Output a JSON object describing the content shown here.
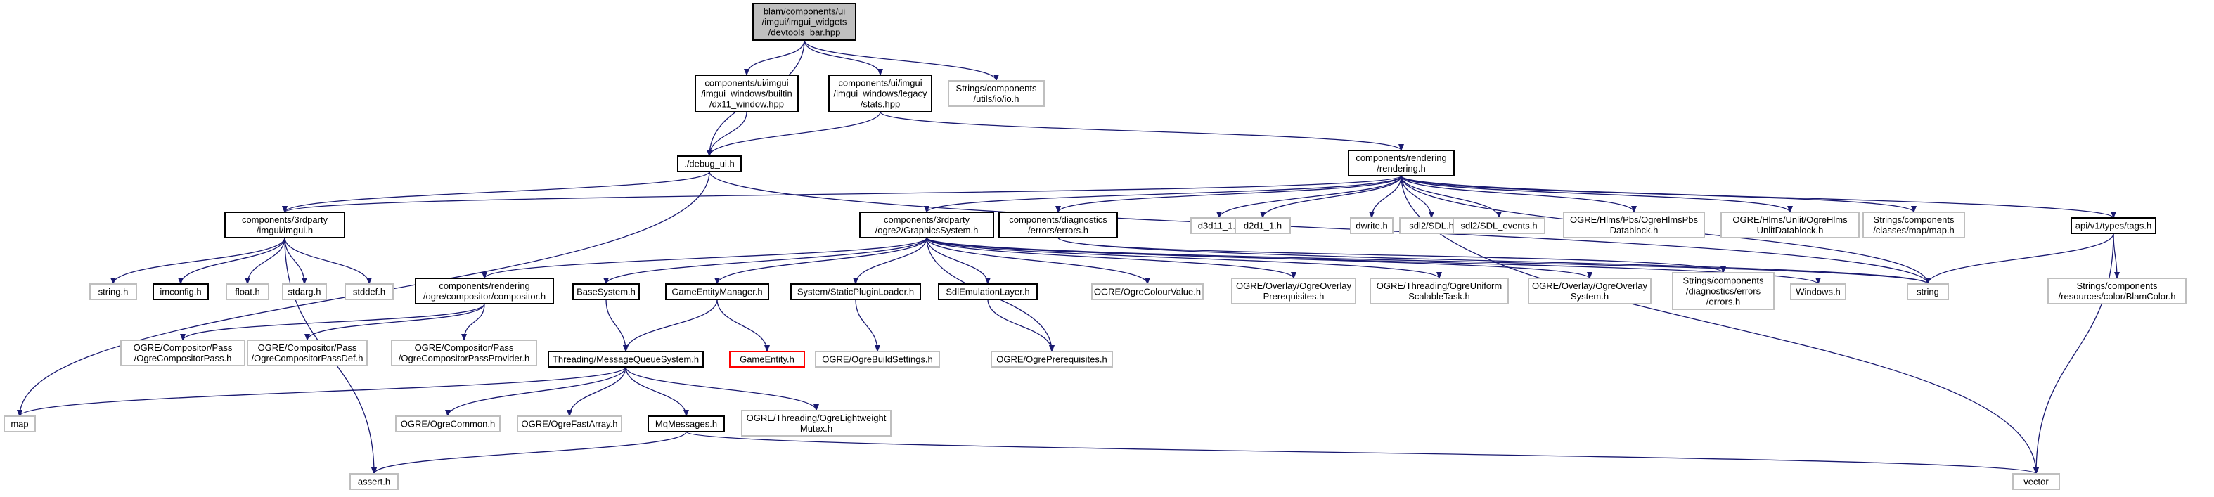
{
  "colors": {
    "focus_fill": "#bfbfbf",
    "documented_border": "#000000",
    "undocumented_border": "#bfbfbf",
    "missing_border": "#ff0000",
    "edge": "#191970",
    "background": "#ffffff"
  },
  "nodes": {
    "root": {
      "lines": [
        "blam/components/ui",
        "/imgui/imgui_widgets",
        "/devtools_bar.hpp"
      ],
      "kind": "focus"
    },
    "dx11": {
      "lines": [
        "components/ui/imgui",
        "/imgui_windows/builtin",
        "/dx11_window.hpp"
      ],
      "kind": "documented"
    },
    "stats": {
      "lines": [
        "components/ui/imgui",
        "/imgui_windows/legacy",
        "/stats.hpp"
      ],
      "kind": "documented"
    },
    "iolio": {
      "lines": [
        "Strings/components",
        "/utils/io/io.h"
      ],
      "kind": "undocumented"
    },
    "debugui": {
      "lines": [
        "./debug_ui.h"
      ],
      "kind": "documented"
    },
    "rendering": {
      "lines": [
        "components/rendering",
        "/rendering.h"
      ],
      "kind": "documented"
    },
    "imguih": {
      "lines": [
        "components/3rdparty",
        "/imgui/imgui.h"
      ],
      "kind": "documented"
    },
    "stringh": {
      "lines": [
        "string.h"
      ],
      "kind": "undocumented"
    },
    "imconfig": {
      "lines": [
        "imconfig.h"
      ],
      "kind": "documented"
    },
    "floath": {
      "lines": [
        "float.h"
      ],
      "kind": "undocumented"
    },
    "stdarg": {
      "lines": [
        "stdarg.h"
      ],
      "kind": "undocumented"
    },
    "stddef": {
      "lines": [
        "stddef.h"
      ],
      "kind": "undocumented"
    },
    "gfx": {
      "lines": [
        "components/3rdparty",
        "/ogre2/GraphicsSystem.h"
      ],
      "kind": "documented"
    },
    "errors": {
      "lines": [
        "components/diagnostics",
        "/errors/errors.h"
      ],
      "kind": "documented"
    },
    "d3d11": {
      "lines": [
        "d3d11_1.h"
      ],
      "kind": "undocumented"
    },
    "d2d1": {
      "lines": [
        "d2d1_1.h"
      ],
      "kind": "undocumented"
    },
    "dwrite": {
      "lines": [
        "dwrite.h"
      ],
      "kind": "undocumented"
    },
    "sdl": {
      "lines": [
        "sdl2/SDL.h"
      ],
      "kind": "undocumented"
    },
    "sdlev": {
      "lines": [
        "sdl2/SDL_events.h"
      ],
      "kind": "undocumented"
    },
    "hlmspbs": {
      "lines": [
        "OGRE/Hlms/Pbs/OgreHlmsPbs",
        "Datablock.h"
      ],
      "kind": "undocumented"
    },
    "hlmsunlit": {
      "lines": [
        "OGRE/Hlms/Unlit/OgreHlms",
        "UnlitDatablock.h"
      ],
      "kind": "undocumented"
    },
    "mapmap": {
      "lines": [
        "Strings/components",
        "/classes/map/map.h"
      ],
      "kind": "undocumented"
    },
    "tags": {
      "lines": [
        "api/v1/types/tags.h"
      ],
      "kind": "documented"
    },
    "compositor": {
      "lines": [
        "components/rendering",
        "/ogre/compositor/compositor.h"
      ],
      "kind": "documented"
    },
    "basesys": {
      "lines": [
        "BaseSystem.h"
      ],
      "kind": "documented"
    },
    "gem": {
      "lines": [
        "GameEntityManager.h"
      ],
      "kind": "documented"
    },
    "spl": {
      "lines": [
        "System/StaticPluginLoader.h"
      ],
      "kind": "documented"
    },
    "sdlemu": {
      "lines": [
        "SdlEmulationLayer.h"
      ],
      "kind": "documented"
    },
    "colour": {
      "lines": [
        "OGRE/OgreColourValue.h"
      ],
      "kind": "undocumented"
    },
    "overlayprereq": {
      "lines": [
        "OGRE/Overlay/OgreOverlay",
        "Prerequisites.h"
      ],
      "kind": "undocumented"
    },
    "uniform": {
      "lines": [
        "OGRE/Threading/OgreUniform",
        "ScalableTask.h"
      ],
      "kind": "undocumented"
    },
    "overlaysys": {
      "lines": [
        "OGRE/Overlay/OgreOverlay",
        "System.h"
      ],
      "kind": "undocumented"
    },
    "strerrors": {
      "lines": [
        "Strings/components",
        "/diagnostics/errors",
        "/errors.h"
      ],
      "kind": "undocumented"
    },
    "windows": {
      "lines": [
        "Windows.h"
      ],
      "kind": "undocumented"
    },
    "string": {
      "lines": [
        "string"
      ],
      "kind": "undocumented"
    },
    "blamcolor": {
      "lines": [
        "Strings/components",
        "/resources/color/BlamColor.h"
      ],
      "kind": "undocumented"
    },
    "cpass": {
      "lines": [
        "OGRE/Compositor/Pass",
        "/OgreCompositorPass.h"
      ],
      "kind": "undocumented"
    },
    "cpassdef": {
      "lines": [
        "OGRE/Compositor/Pass",
        "/OgreCompositorPassDef.h"
      ],
      "kind": "undocumented"
    },
    "cpassprov": {
      "lines": [
        "OGRE/Compositor/Pass",
        "/OgreCompositorPassProvider.h"
      ],
      "kind": "undocumented"
    },
    "mqs": {
      "lines": [
        "Threading/MessageQueueSystem.h"
      ],
      "kind": "documented"
    },
    "gameentity": {
      "lines": [
        "GameEntity.h"
      ],
      "kind": "missing"
    },
    "buildsettings": {
      "lines": [
        "OGRE/OgreBuildSettings.h"
      ],
      "kind": "undocumented"
    },
    "ogreprereq": {
      "lines": [
        "OGRE/OgrePrerequisites.h"
      ],
      "kind": "undocumented"
    },
    "map": {
      "lines": [
        "map"
      ],
      "kind": "undocumented"
    },
    "common": {
      "lines": [
        "OGRE/OgreCommon.h"
      ],
      "kind": "undocumented"
    },
    "fastarray": {
      "lines": [
        "OGRE/OgreFastArray.h"
      ],
      "kind": "undocumented"
    },
    "mqmsg": {
      "lines": [
        "MqMessages.h"
      ],
      "kind": "documented"
    },
    "mutex": {
      "lines": [
        "OGRE/Threading/OgreLightweight",
        "Mutex.h"
      ],
      "kind": "undocumented"
    },
    "assert": {
      "lines": [
        "assert.h"
      ],
      "kind": "undocumented"
    },
    "vector": {
      "lines": [
        "vector"
      ],
      "kind": "undocumented"
    }
  },
  "edges": [
    [
      "root",
      "dx11"
    ],
    [
      "root",
      "stats"
    ],
    [
      "root",
      "iolio"
    ],
    [
      "root",
      "debugui"
    ],
    [
      "dx11",
      "debugui"
    ],
    [
      "stats",
      "debugui"
    ],
    [
      "stats",
      "rendering"
    ],
    [
      "debugui",
      "imguih"
    ],
    [
      "debugui",
      "map"
    ],
    [
      "debugui",
      "string"
    ],
    [
      "rendering",
      "imguih"
    ],
    [
      "rendering",
      "gfx"
    ],
    [
      "rendering",
      "errors"
    ],
    [
      "rendering",
      "d3d11"
    ],
    [
      "rendering",
      "d2d1"
    ],
    [
      "rendering",
      "dwrite"
    ],
    [
      "rendering",
      "sdl"
    ],
    [
      "rendering",
      "sdlev"
    ],
    [
      "rendering",
      "hlmspbs"
    ],
    [
      "rendering",
      "hlmsunlit"
    ],
    [
      "rendering",
      "mapmap"
    ],
    [
      "rendering",
      "tags"
    ],
    [
      "rendering",
      "string"
    ],
    [
      "rendering",
      "vector"
    ],
    [
      "imguih",
      "stringh"
    ],
    [
      "imguih",
      "imconfig"
    ],
    [
      "imguih",
      "floath"
    ],
    [
      "imguih",
      "stdarg"
    ],
    [
      "imguih",
      "stddef"
    ],
    [
      "imguih",
      "assert"
    ],
    [
      "gfx",
      "compositor"
    ],
    [
      "gfx",
      "basesys"
    ],
    [
      "gfx",
      "gem"
    ],
    [
      "gfx",
      "spl"
    ],
    [
      "gfx",
      "sdlemu"
    ],
    [
      "gfx",
      "colour"
    ],
    [
      "gfx",
      "overlayprereq"
    ],
    [
      "gfx",
      "uniform"
    ],
    [
      "gfx",
      "overlaysys"
    ],
    [
      "gfx",
      "ogreprereq"
    ],
    [
      "gfx",
      "windows"
    ],
    [
      "gfx",
      "string"
    ],
    [
      "errors",
      "strerrors"
    ],
    [
      "errors",
      "string"
    ],
    [
      "tags",
      "string"
    ],
    [
      "tags",
      "blamcolor"
    ],
    [
      "tags",
      "vector"
    ],
    [
      "compositor",
      "cpass"
    ],
    [
      "compositor",
      "cpassdef"
    ],
    [
      "compositor",
      "cpassprov"
    ],
    [
      "basesys",
      "mqs"
    ],
    [
      "gem",
      "mqs"
    ],
    [
      "gem",
      "gameentity"
    ],
    [
      "spl",
      "buildsettings"
    ],
    [
      "sdlemu",
      "ogreprereq"
    ],
    [
      "mqs",
      "map"
    ],
    [
      "mqs",
      "common"
    ],
    [
      "mqs",
      "fastarray"
    ],
    [
      "mqs",
      "mqmsg"
    ],
    [
      "mqs",
      "mutex"
    ],
    [
      "mqmsg",
      "assert"
    ],
    [
      "mqmsg",
      "vector"
    ]
  ]
}
